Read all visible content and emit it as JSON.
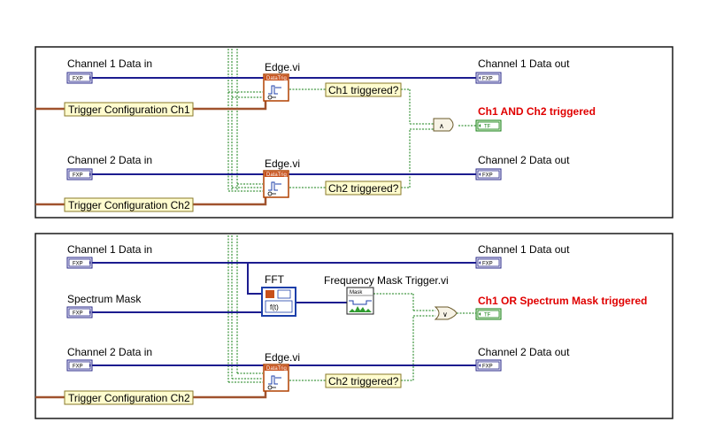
{
  "top_panel": {
    "ch1_in": "Channel 1 Data in",
    "ch1_out": "Channel 1 Data out",
    "trig_cfg_ch1": "Trigger Configuration Ch1",
    "edge1_title": "Edge.vi",
    "ch1_triggered": "Ch1 triggered?",
    "and_result": "Ch1 AND Ch2 triggered",
    "ch2_in": "Channel 2 Data in",
    "ch2_out": "Channel 2 Data out",
    "edge2_title": "Edge.vi",
    "ch2_triggered": "Ch2 triggered?",
    "trig_cfg_ch2": "Trigger Configuration Ch2"
  },
  "bottom_panel": {
    "ch1_in": "Channel 1 Data in",
    "ch1_out": "Channel 1 Data out",
    "fft_title": "FFT",
    "mask_title": "Frequency Mask Trigger.vi",
    "mask_icon_label": "Mask",
    "spectrum_mask": "Spectrum Mask",
    "or_result": "Ch1 OR Spectrum Mask triggered",
    "ch2_in": "Channel 2 Data in",
    "ch2_out": "Channel 2 Data out",
    "edge_title": "Edge.vi",
    "ch2_triggered": "Ch2 triggered?",
    "trig_cfg_ch2": "Trigger Configuration Ch2"
  },
  "terminals": {
    "fxp": "FXP",
    "tf": "TF",
    "edge_icon_text": "DataTrig",
    "fft_icon_text": "f(t)"
  },
  "gates": {
    "and_symbol": "∧",
    "or_symbol": "∨"
  },
  "colors": {
    "fxp_wire": "#1c1c8f",
    "cluster_wire": "#a0522d",
    "boolean_wire": "#157f15",
    "result_text": "#e00000",
    "label_fill": "#fffccf",
    "subvi_border": "#b04000"
  }
}
